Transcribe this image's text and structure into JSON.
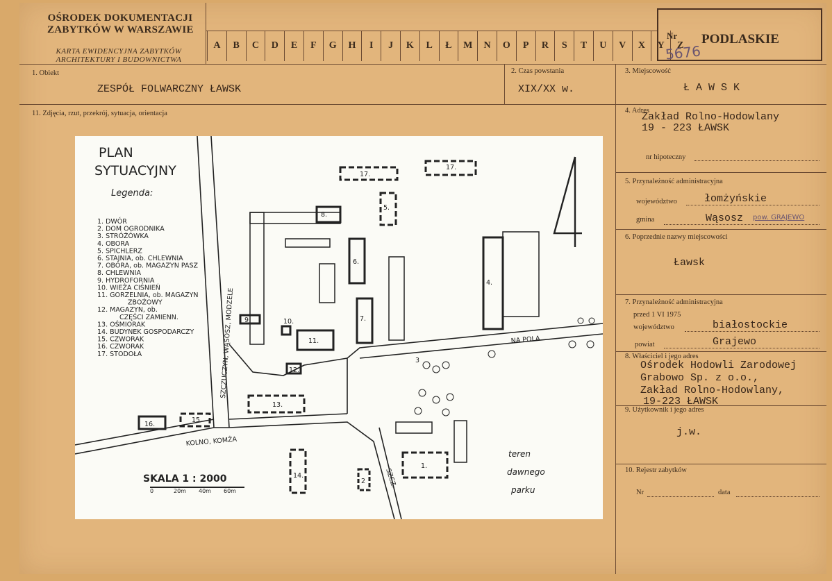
{
  "header": {
    "institution": "OŚRODEK DOKUMENTACJI ZABYTKÓW W WARSZAWIE",
    "institution_line1": "OŚRODEK DOKUMENTACJI",
    "institution_line2": "ZABYTKÓW W WARSZAWIE",
    "card_line1": "KARTA EWIDENCYJNA ZABYTKÓW",
    "card_line2": "ARCHITEKTURY I BUDOWNICTWA",
    "letters": [
      "A",
      "B",
      "C",
      "D",
      "E",
      "F",
      "G",
      "H",
      "I",
      "J",
      "K",
      "L",
      "Ł",
      "M",
      "N",
      "O",
      "P",
      "R",
      "S",
      "T",
      "U",
      "V",
      "X",
      "Y",
      "Z"
    ],
    "nr_label": "Nr",
    "region": "PODLASKIE",
    "nr_handwritten": "5676"
  },
  "fields": {
    "obiekt_label": "1. Obiekt",
    "obiekt_value": "ZESPÓŁ FOLWARCZNY ŁAWSK",
    "czas_label": "2. Czas powstania",
    "czas_value": "XIX/XX w.",
    "miejscowosc_label": "3. Miejscowość",
    "miejscowosc_value": "Ł A W S K",
    "zdjecia_label": "11. Zdjęcia, rzut, przekrój, sytuacja, orientacja",
    "adres_label": "4. Adres",
    "adres_line1": "Zakład Rolno-Hodowlany",
    "adres_line2": "19 - 223  ŁAWSK",
    "hipoteczny_label": "nr hipoteczny",
    "przynaleznosc_label": "5. Przynależność administracyjna",
    "wojewodztwo_label": "województwo",
    "wojewodztwo_value": "łomżyńskie",
    "gmina_label": "gmina",
    "gmina_value": "Wąsosz",
    "gmina_note": "pow. GRAJEWO",
    "poprzednie_label": "6. Poprzednie nazwy miejscowości",
    "poprzednie_value": "Ławsk",
    "przynaleznosc2_label": "7. Przynależność administracyjna",
    "przed_label": "przed 1 VI 1975",
    "wojewodztwo2_label": "województwo",
    "wojewodztwo2_value": "białostockie",
    "powiat_label": "powiat",
    "powiat_value": "Grajewo",
    "wlasciciel_label": "8. Właściciel i jego adres",
    "wlasciciel_line1": "Ośrodek Hodowli Zarodowej",
    "wlasciciel_line2": "Grabowo Sp. z o.o.,",
    "wlasciciel_line3": "Zakład Rolno-Hodowlany,",
    "wlasciciel_line4": "19-223  ŁAWSK",
    "uzytkownik_label": "9. Użytkownik i jego adres",
    "uzytkownik_value": "j.w.",
    "rejestr_label": "10. Rejestr zabytków",
    "rejestr_nr_label": "Nr",
    "rejestr_data_label": "data"
  },
  "plan": {
    "title1": "PLAN",
    "title2": "SYTUACYJNY",
    "legend_title": "Legenda:",
    "legend": [
      "1. DWÓR",
      "2. DOM OGRODNIKA",
      "3. STRÓŻÓWKA",
      "4. OBORA",
      "5. SPICHLERZ",
      "6. STAJNIA, ob. CHLEWNIA",
      "7. OBORA, ob. MAGAZYN PASZ",
      "8. CHLEWNIA",
      "9. HYDROFORNIA",
      "10. WIEŻA CIŚNIEŃ",
      "11. GORZELNIA, ob. MAGAZYN",
      "ZBOŻOWY",
      "12. MAGAZYN, ob.",
      "CZĘŚCI ZAMIENN.",
      "13. OŚMIORAK",
      "14. BUDYNEK GOSPODARCZY",
      "15. CZWORAK",
      "16. CZWORAK",
      "17. STODOŁA"
    ],
    "road_left": "SZCZUCZYN, WĄSOSZ, MODZELE",
    "road_bottom": "KOLNO, KOMŻA",
    "road_right": "NA POLA",
    "road_sz": "SZCZ.",
    "park_line1": "teren",
    "park_line2": "dawnego",
    "park_line3": "parku",
    "scale": "SKALA  1 : 2000",
    "scale_ticks": [
      "0",
      "20m",
      "40m",
      "60m"
    ],
    "north_mark": "4",
    "building_numbers": [
      "1.",
      "2",
      "3",
      "4.",
      "5.",
      "6.",
      "7.",
      "8.",
      "9",
      "10.",
      "11.",
      "12.",
      "13.",
      "14.",
      "15.",
      "16.",
      "17.",
      "17."
    ]
  }
}
